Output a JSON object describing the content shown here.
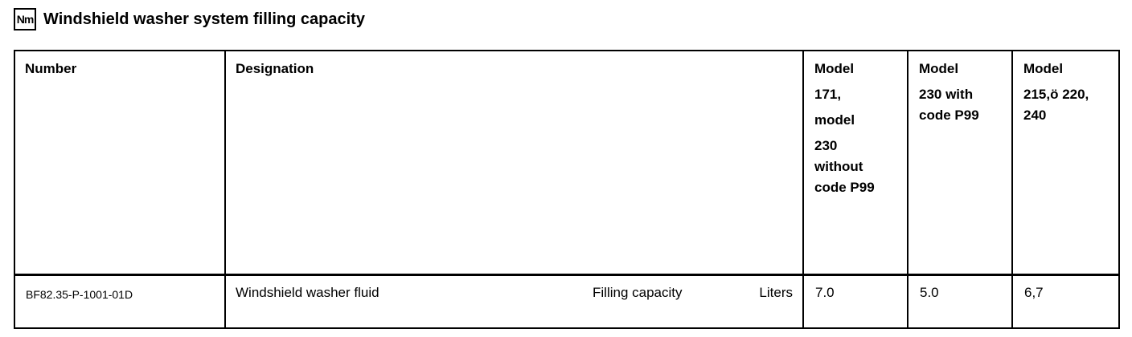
{
  "colors": {
    "background": "#ffffff",
    "text": "#000000",
    "table_border": "#000000"
  },
  "title": {
    "icon_label": "Nm",
    "text": "Windshield washer system filling capacity"
  },
  "table": {
    "columns": [
      {
        "key": "number",
        "label": "Number"
      },
      {
        "key": "designation",
        "label": "Designation"
      },
      {
        "key": "model_171_230_without_p99",
        "paragraphs": [
          "Model",
          "171,",
          "model",
          "230\nwithout\ncode P99"
        ]
      },
      {
        "key": "model_230_with_p99",
        "paragraphs": [
          "Model",
          "230 with\ncode P99"
        ]
      },
      {
        "key": "model_215_220_240",
        "paragraphs": [
          "Model",
          "215,ö 220,\n240"
        ]
      }
    ],
    "rows": [
      {
        "number": "BF82.35-P-1001-01D",
        "designation": "Windshield washer fluid",
        "qualifier": "Filling capacity",
        "unit": "Liters",
        "model_171_230_without_p99": "7.0",
        "model_230_with_p99": "5.0",
        "model_215_220_240": "6,7"
      }
    ]
  }
}
